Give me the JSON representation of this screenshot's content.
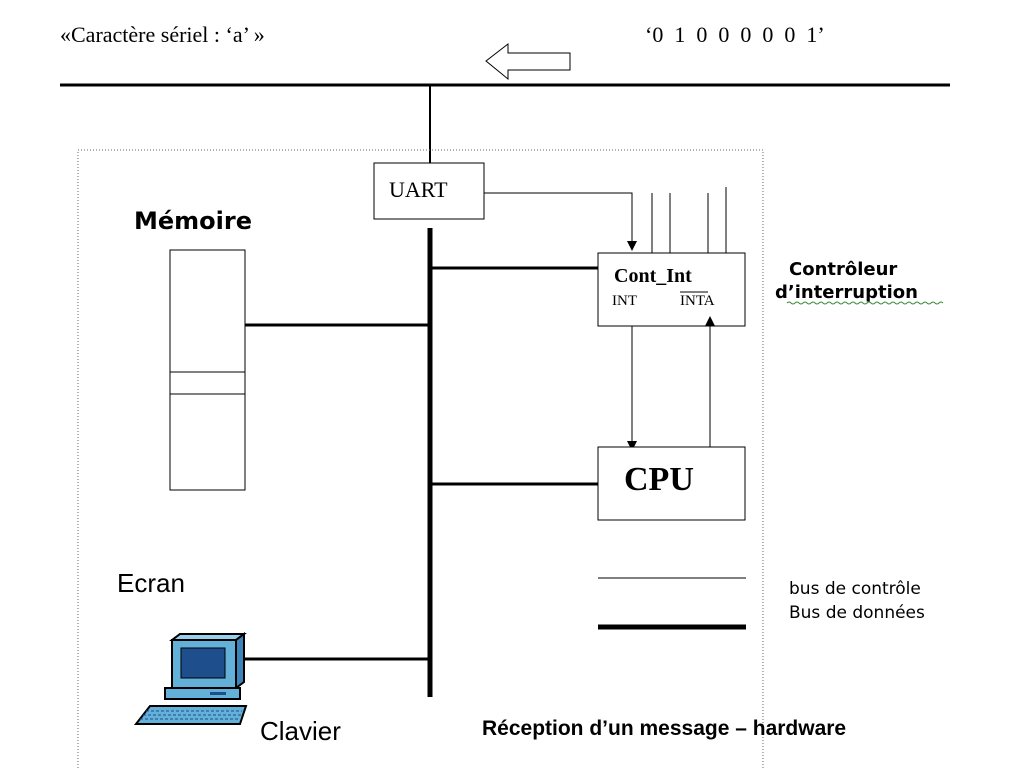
{
  "header": {
    "serial_char_label": "«Caractère sériel : ‘a’ »",
    "bit_pattern": "‘0  1  0  0  0  0  0  1’"
  },
  "components": {
    "uart": "UART",
    "memory": "Mémoire",
    "cont_int": "Cont_Int",
    "int_signal": "INT",
    "inta_signal": "INTA",
    "controller_label_line1": "Contrôleur",
    "controller_label_line2": "d’interruption",
    "cpu": "CPU",
    "screen": "Ecran",
    "keyboard": "Clavier"
  },
  "legend": {
    "control_bus": "bus de contrôle",
    "data_bus": "Bus de données"
  },
  "caption": "Réception d’un message – hardware",
  "colors": {
    "line": "#000000",
    "computer_body": "#63b0d8",
    "computer_screen": "#1f4e8c",
    "spellcheck_underline": "#3a8a3a"
  }
}
